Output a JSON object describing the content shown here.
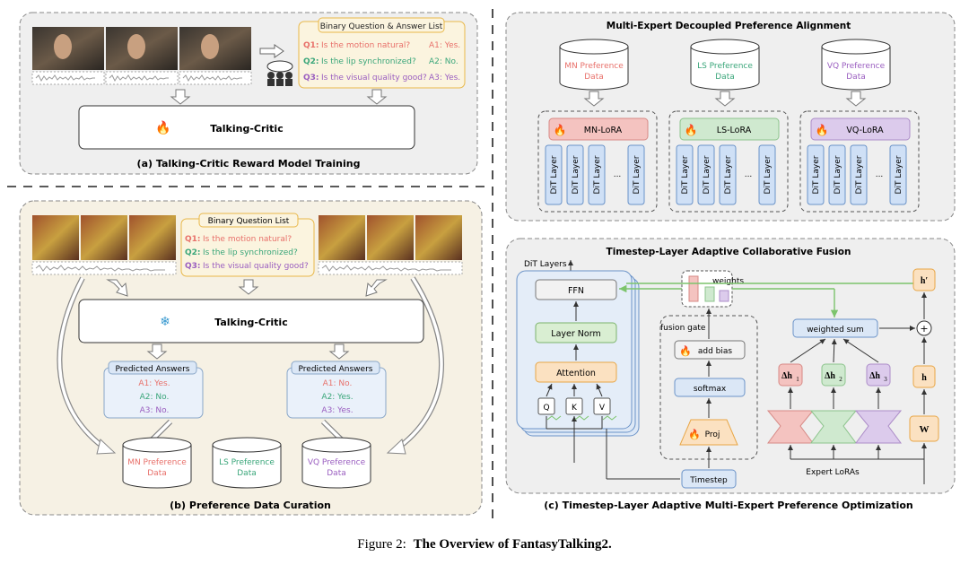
{
  "colors": {
    "mn": "#e8706a",
    "ls": "#3aa67a",
    "vq": "#9a5ec0",
    "blue": "#5a8fd0",
    "panel_bg": "#efefef",
    "curation_bg": "#f6f1e4",
    "orange": "#e8a646",
    "green_line": "#7cc46c"
  },
  "panel_a": {
    "title": "(a) Talking-Critic Reward Model Training",
    "qa_title": "Binary Question & Answer List",
    "questions": [
      {
        "id": "Q1:",
        "text": "Is the motion natural?",
        "answer": "A1: Yes."
      },
      {
        "id": "Q2:",
        "text": "Is the lip synchronized?",
        "answer": "A2: No."
      },
      {
        "id": "Q3:",
        "text": "Is the visual quality good?",
        "answer": "A3: Yes."
      }
    ],
    "critic_label": "Talking-Critic"
  },
  "panel_b": {
    "title": "(b) Preference Data Curation",
    "q_title": "Binary Question List",
    "questions": [
      {
        "id": "Q1:",
        "text": "Is the motion natural?"
      },
      {
        "id": "Q2:",
        "text": "Is the lip synchronized?"
      },
      {
        "id": "Q3:",
        "text": "Is the visual quality good?"
      }
    ],
    "critic_label": "Talking-Critic",
    "predicted_title": "Predicted Answers",
    "left_answers": [
      "A1: Yes.",
      "A2: No.",
      "A3: No."
    ],
    "right_answers": [
      "A1: No.",
      "A2: Yes.",
      "A3: Yes."
    ],
    "dbs": [
      {
        "line1": "MN Preference",
        "line2": "Data"
      },
      {
        "line1": "LS Preference",
        "line2": "Data"
      },
      {
        "line1": "VQ Preference",
        "line2": "Data"
      }
    ]
  },
  "panel_top_right": {
    "title": "Multi-Expert Decoupled Preference Alignment",
    "dbs": [
      {
        "line1": "MN Preference",
        "line2": "Data"
      },
      {
        "line1": "LS Preference",
        "line2": "Data"
      },
      {
        "line1": "VQ Preference",
        "line2": "Data"
      }
    ],
    "loras": [
      "MN-LoRA",
      "LS-LoRA",
      "VQ-LoRA"
    ],
    "dit_layer": "DiT Layer",
    "ellipsis": "..."
  },
  "panel_c": {
    "title": "(c) Timestep-Layer Adaptive Multi-Expert Preference Optimization",
    "subtitle": "Timestep-Layer Adaptive Collaborative Fusion",
    "dit_layers": "DiT Layers",
    "ffn": "FFN",
    "layer_norm": "Layer Norm",
    "attention": "Attention",
    "qkv": [
      "Q",
      "K",
      "V"
    ],
    "weights": "weights",
    "fusion_gate": "fusion gate",
    "add_bias": "add bias",
    "softmax": "softmax",
    "proj": "Proj",
    "timestep": "Timestep",
    "weighted_sum": "weighted sum",
    "dh": [
      "Δh",
      "Δh",
      "Δh"
    ],
    "dh_sub": [
      "1",
      "2",
      "3"
    ],
    "h_prime": "h′",
    "h": "h",
    "w": "W",
    "plus": "+",
    "expert_loras": "Expert LoRAs"
  },
  "caption": {
    "prefix": "Figure 2:",
    "bold": "The Overview of FantasyTalking2."
  }
}
